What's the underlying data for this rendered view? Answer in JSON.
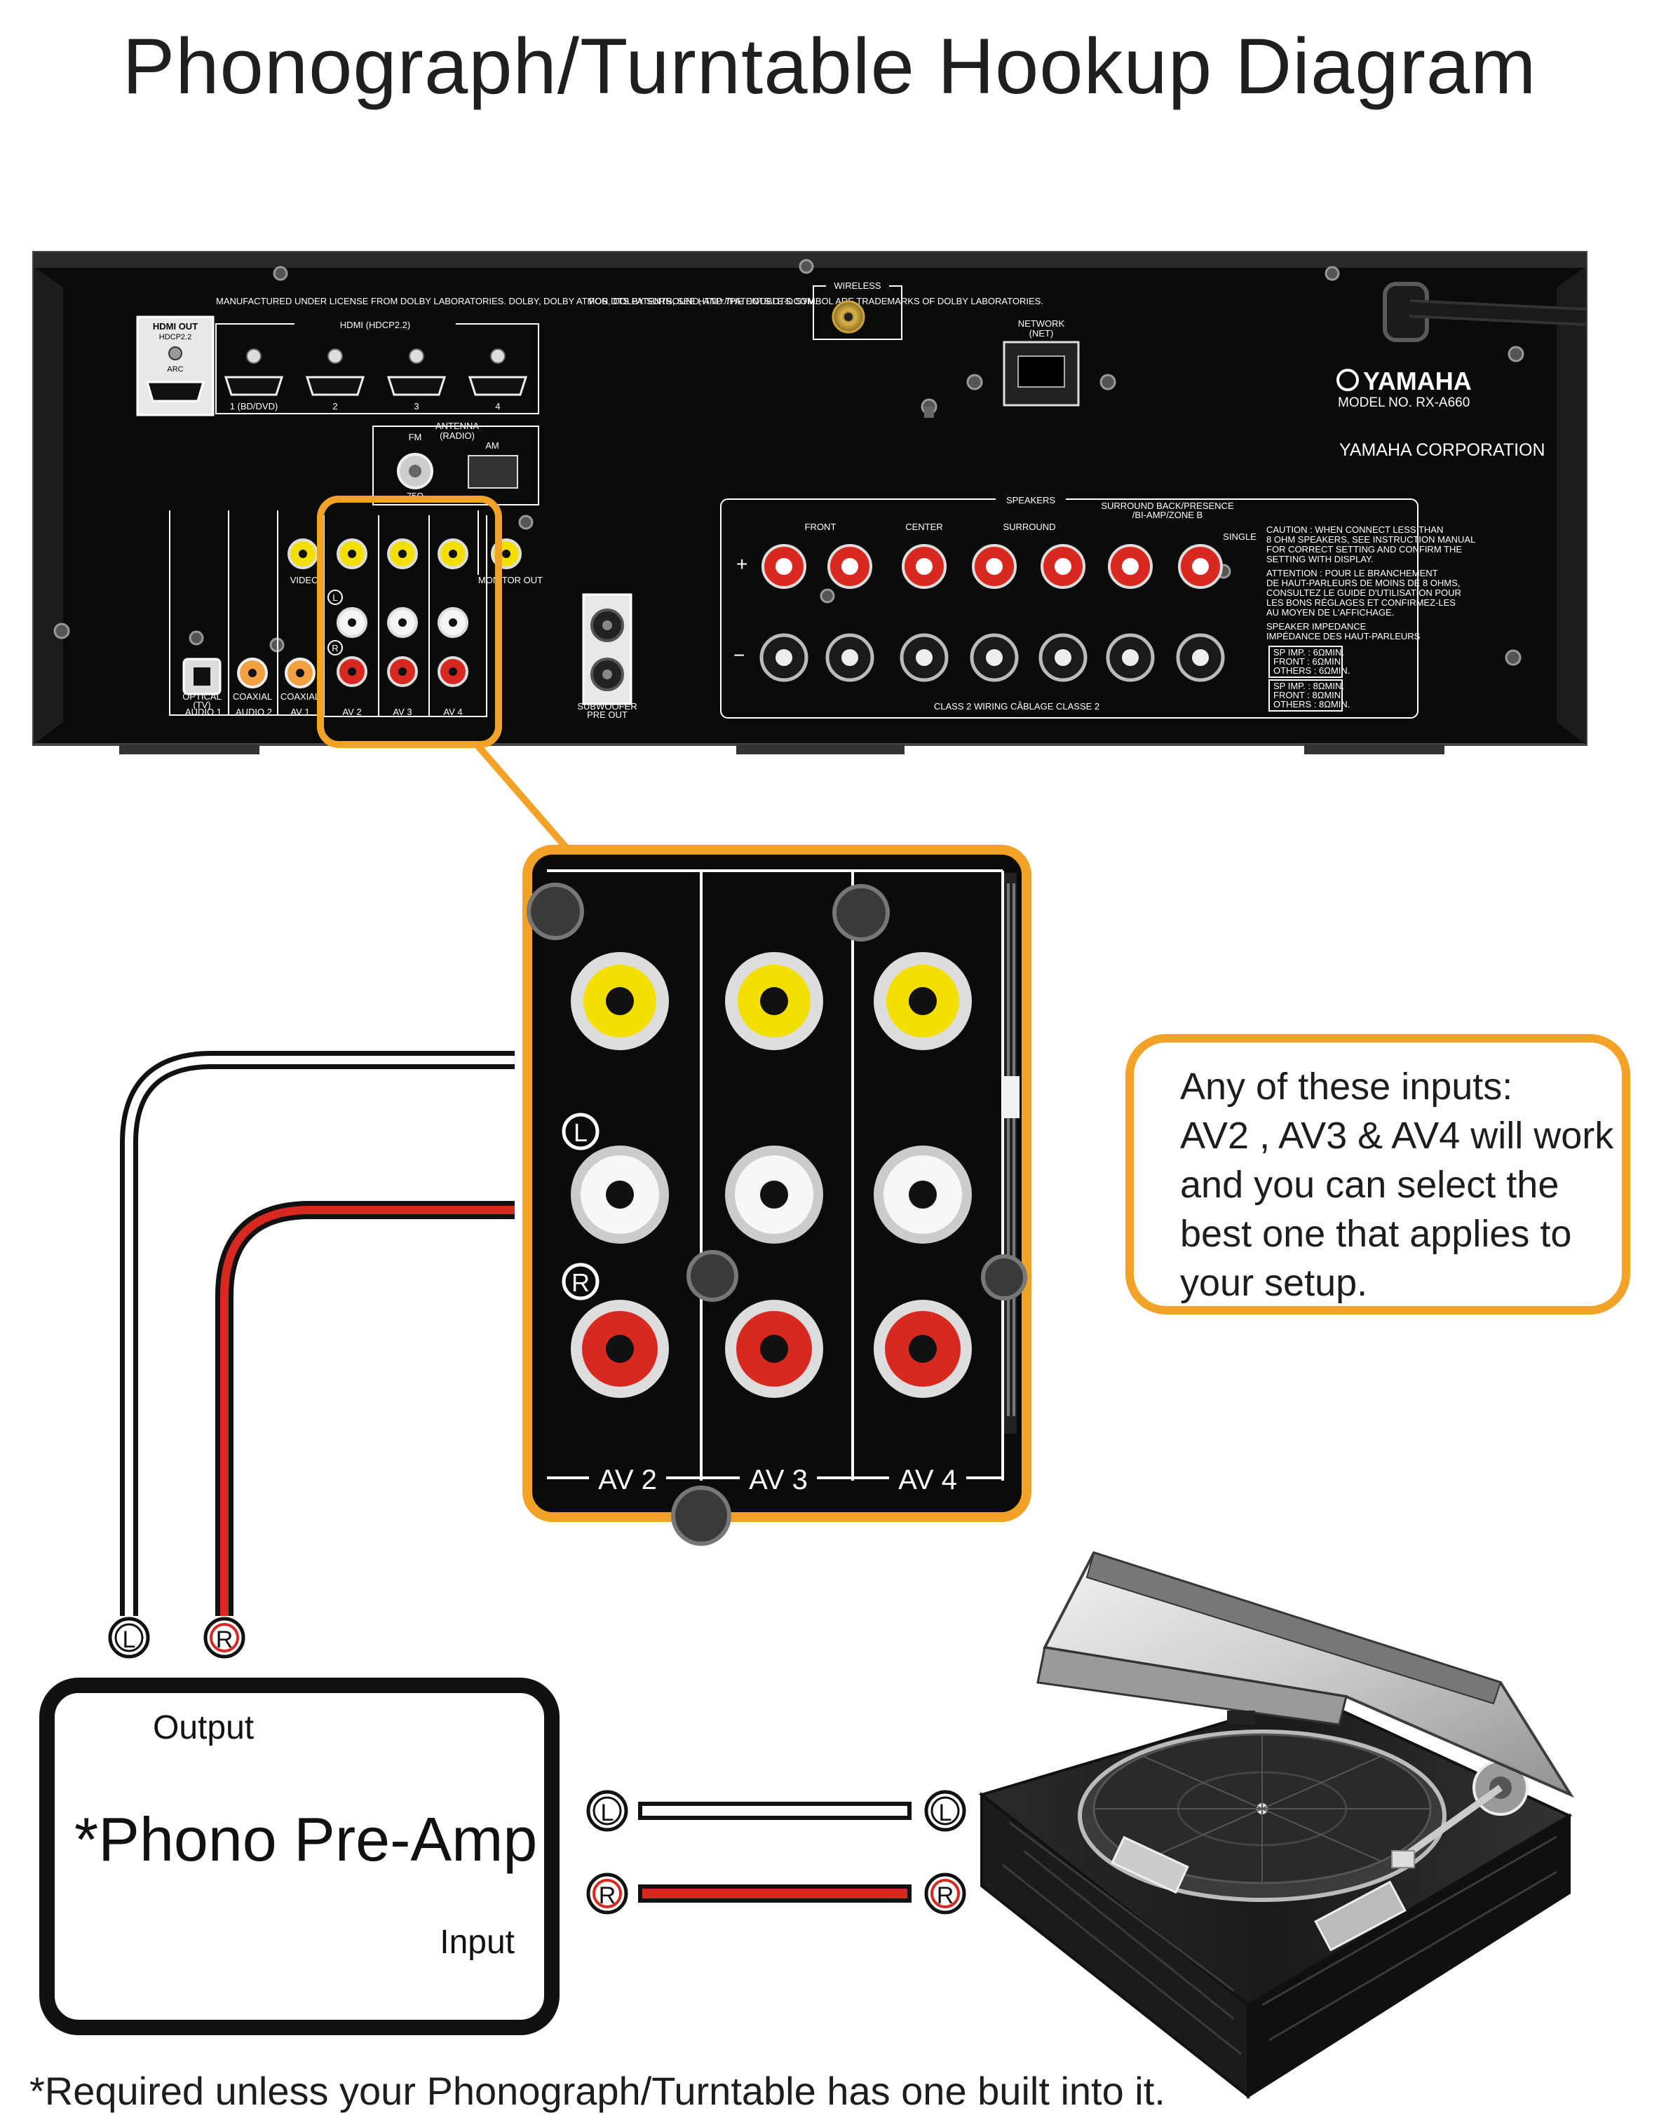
{
  "title": "Phonograph/Turntable Hookup Diagram",
  "receiver": {
    "brand": "YAMAHA",
    "model": "MODEL NO. RX-A660",
    "corporation": "YAMAHA CORPORATION",
    "license_note": "MANUFACTURED UNDER LICENSE FROM DOLBY LABORATORIES. DOLBY, DOLBY ATMOS, DOLBY SURROUND, AND THE DOUBLE-D SYMBOL ARE TRADEMARKS OF DOLBY LABORATORIES.",
    "dts_note": "FOR DTS PATENTS, SEE HTTP://PATENTS.DTS.COM.",
    "wireless_label": "WIRELESS",
    "network_label": "NETWORK",
    "network_sub": "(NET)",
    "hdmi_out_label": "HDMI OUT",
    "hdmi_out_sub": "HDCP2.2",
    "hdmi_arc": "ARC",
    "hdmi_group_label": "HDMI (HDCP2.2)",
    "hdmi_ports": [
      "1 (BD/DVD)",
      "2",
      "3",
      "4"
    ],
    "antenna_label": "ANTENNA",
    "antenna_sub": "(RADIO)",
    "fm_label": "FM",
    "am_label": "AM",
    "ohm_label": "75Ω",
    "video_label": "VIDEO",
    "monitor_out_label": "MONITOR OUT",
    "optical_label": "OPTICAL",
    "optical_sub": "(TV)",
    "coaxial_label": "COAXIAL",
    "input_bottom_labels": [
      "AUDIO 1",
      "AUDIO 2",
      "AV 1",
      "AV 2",
      "AV 3",
      "AV 4"
    ],
    "subwoofer_label": "SUBWOOFER",
    "pre_out_label": "PRE OUT",
    "speakers_label": "SPEAKERS",
    "surround_back_label": "SURROUND BACK/PRESENCE",
    "biamp_label": "/BI-AMP/ZONE B",
    "front_label": "FRONT",
    "center_label": "CENTER",
    "surround_label": "SURROUND",
    "single_label": "SINGLE",
    "class2_label": "CLASS 2 WIRING    CÂBLAGE CLASSE 2",
    "caution_text": [
      "CAUTION : WHEN CONNECT LESS THAN",
      "8 OHM SPEAKERS, SEE INSTRUCTION MANUAL",
      "FOR CORRECT SETTING AND CONFIRM THE",
      "SETTING WITH DISPLAY."
    ],
    "attention_text": [
      "ATTENTION : POUR LE BRANCHEMENT",
      "DE HAUT-PARLEURS DE MOINS DE 8 OHMS,",
      "CONSULTEZ LE GUIDE D'UTILISATION POUR",
      "LES BONS RÉGLAGES ET CONFIRMEZ-LES",
      "AU MOYEN DE L'AFFICHAGE."
    ],
    "impedance_text": [
      "SPEAKER IMPEDANCE",
      "IMPÉDANCE DES HAUT-PARLEURS"
    ],
    "imp_box1": [
      "SP IMP. : 6ΩMIN.",
      "FRONT : 6ΩMIN.",
      "OTHERS : 6ΩMIN."
    ],
    "imp_box2": [
      "SP IMP. : 8ΩMIN.",
      "FRONT : 8ΩMIN.",
      "OTHERS : 8ΩMIN."
    ],
    "plus_sign": "+",
    "minus_sign": "−",
    "ch_l": "L",
    "ch_r": "R"
  },
  "zoom": {
    "channel_labels": [
      "AV 2",
      "AV 3",
      "AV 4"
    ],
    "left_marker": "L",
    "right_marker": "R"
  },
  "callout": {
    "lines": [
      "Any of these inputs:",
      "AV2 , AV3 & AV4 will work",
      "and you can select the",
      "best one that applies to",
      "your setup."
    ]
  },
  "preamp": {
    "output_label": "Output",
    "name": "*Phono Pre-Amp",
    "input_label": "Input"
  },
  "cable_markers": {
    "left": "L",
    "right": "R"
  },
  "footnote": "*Required unless your Phonograph/Turntable has one built into it.",
  "colors": {
    "accent_orange": "#f2a227",
    "cable_red": "#d8281f",
    "jack_yellow": "#f4e000",
    "jack_red": "#d8281f",
    "panel_black": "#0b0b0b"
  }
}
